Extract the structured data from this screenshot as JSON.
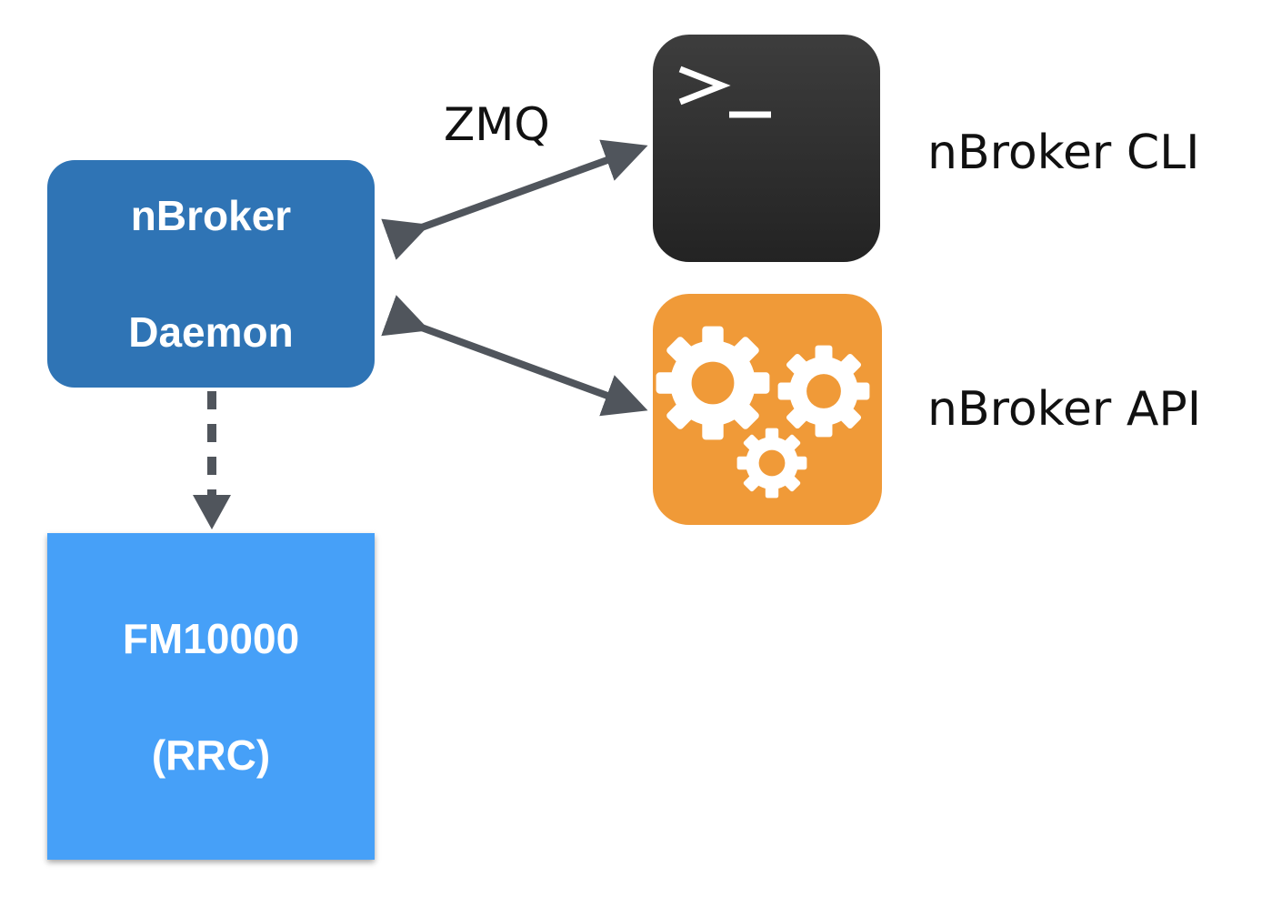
{
  "nodes": {
    "daemon": {
      "line1": "nBroker",
      "line2": "Daemon"
    },
    "fm": {
      "line1": "FM10000",
      "line2": "(RRC)"
    },
    "cli": {
      "label": "nBroker CLI",
      "icon": "terminal-icon"
    },
    "api": {
      "label": "nBroker API",
      "icon": "gears-icon"
    }
  },
  "edges": {
    "daemon_cli": {
      "label": "ZMQ",
      "style": "double-arrow"
    },
    "daemon_api": {
      "label": "",
      "style": "double-arrow"
    },
    "daemon_fm": {
      "label": "",
      "style": "dashed-arrow"
    }
  },
  "colors": {
    "daemon": "#2f74b5",
    "fm": "#46a0f8",
    "api": "#f09a38",
    "terminal": "#2a2a2a",
    "arrow": "#50555c"
  }
}
